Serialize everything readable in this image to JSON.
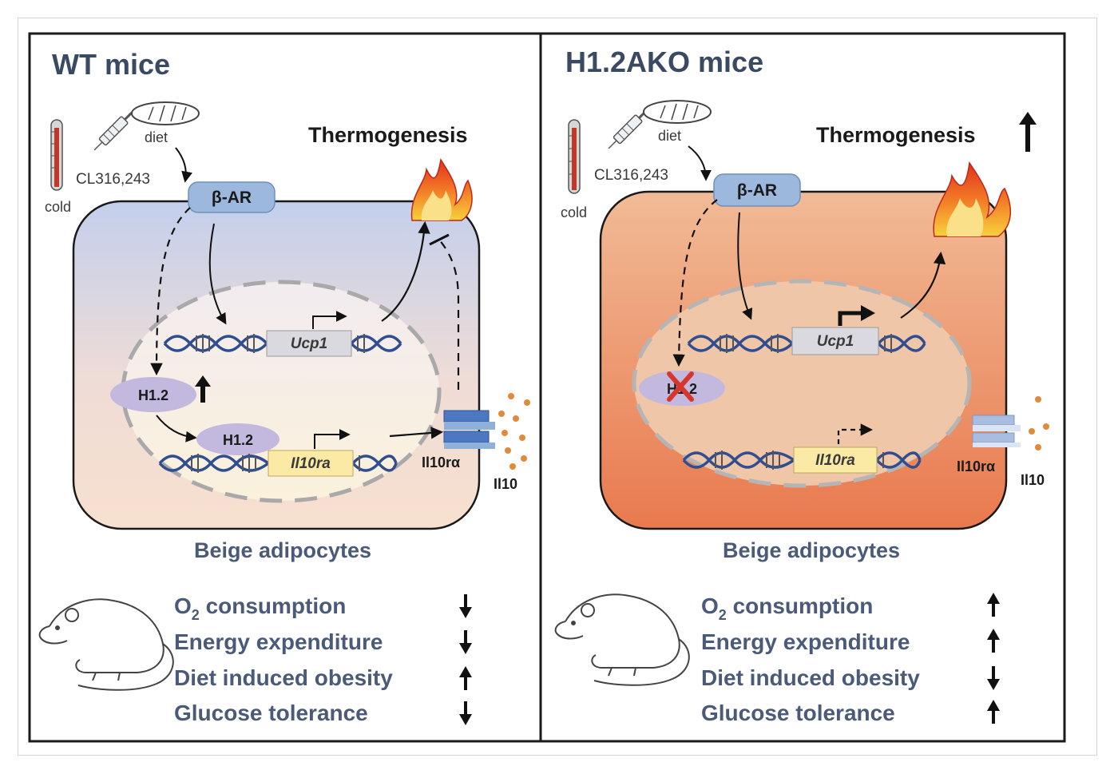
{
  "wt": {
    "title": "WT mice",
    "stimuli": {
      "diet": "diet",
      "drug": "CL316,243",
      "cold": "cold"
    },
    "receptor": "β-AR",
    "thermogenesis": "Thermogenesis",
    "h12_nucleus": "H1.2",
    "h12_bound": "H1.2",
    "gene_ucp1": "Ucp1",
    "gene_il10ra": "Il10ra",
    "receptor_label": "Il10rα",
    "ligand_label": "Il10",
    "cell_type": "Beige adipocytes",
    "outcomes": [
      {
        "label_main": "O",
        "label_sub": "2",
        "label_rest": " consumption",
        "direction": "down"
      },
      {
        "label": "Energy expenditure",
        "direction": "down"
      },
      {
        "label": "Diet induced obesity",
        "direction": "up"
      },
      {
        "label": "Glucose tolerance",
        "direction": "down"
      }
    ]
  },
  "ko": {
    "title": "H1.2AKO mice",
    "stimuli": {
      "diet": "diet",
      "drug": "CL316,243",
      "cold": "cold"
    },
    "receptor": "β-AR",
    "thermogenesis": "Thermogenesis",
    "h12_nucleus": "H1.2",
    "gene_ucp1": "Ucp1",
    "gene_il10ra": "Il10ra",
    "receptor_label": "Il10rα",
    "ligand_label": "Il10",
    "cell_type": "Beige adipocytes",
    "outcomes": [
      {
        "label_main": "O",
        "label_sub": "2",
        "label_rest": " consumption",
        "direction": "up"
      },
      {
        "label": "Energy expenditure",
        "direction": "up"
      },
      {
        "label": "Diet induced obesity",
        "direction": "down"
      },
      {
        "label": "Glucose tolerance",
        "direction": "up"
      }
    ]
  },
  "colors": {
    "title": "#3b4a63",
    "wt_cell_top": "#c7d2ec",
    "wt_cell_bottom": "#f7e2d2",
    "ko_cell_top": "#efb48f",
    "ko_cell_bottom": "#e87d52",
    "gene_ucp1": "#d9d9df",
    "gene_il10ra": "#fbeaa6",
    "h12": "#c8bde0",
    "receptor": "#8fb0d8",
    "dna": "#2f4d8f",
    "ligand": "#e08a3c",
    "inhibit_x": "#d6362c"
  }
}
